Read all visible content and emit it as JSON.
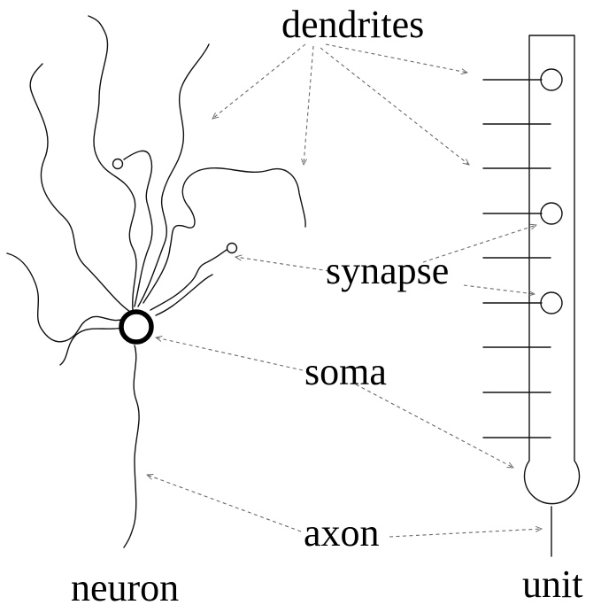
{
  "labels": {
    "dendrites": "dendrites",
    "synapse": "synapse",
    "soma": "soma",
    "axon": "axon",
    "neuron": "neuron",
    "unit": "unit"
  },
  "colors": {
    "ink": "#111111",
    "arrow": "#6a6a6a",
    "background": "#ffffff"
  }
}
